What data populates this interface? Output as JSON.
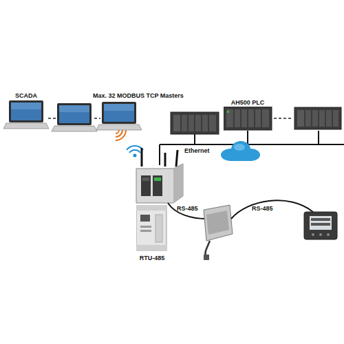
{
  "diagram": {
    "nodes": [
      {
        "text": [
          "SCADA"
        ]
      },
      {
        "text": [
          "Max. 32 MODBUS TCP Masters"
        ]
      },
      {
        "text": [
          "AH500  PLC"
        ]
      },
      {
        "text": [
          "RTU-485"
        ]
      }
    ],
    "labels": [
      "Ethernet",
      "RS-485",
      "RS-485"
    ]
  }
}
